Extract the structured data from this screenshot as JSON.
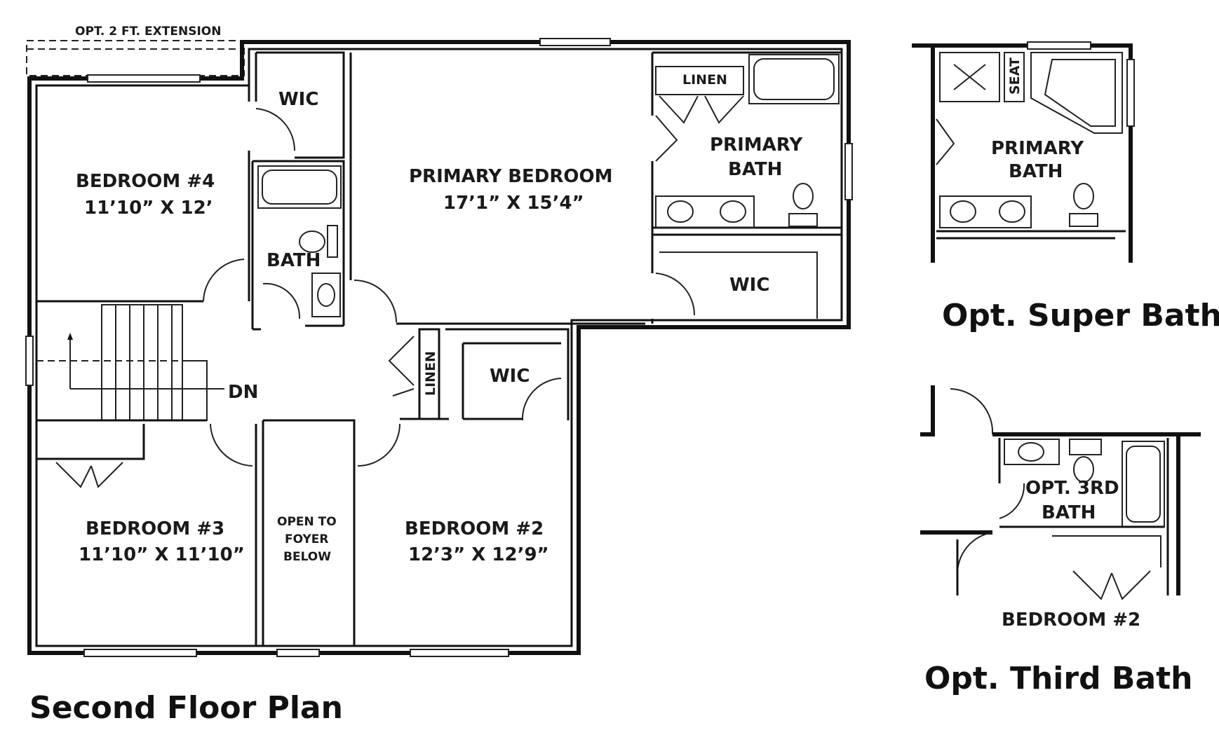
{
  "titles": {
    "main": "Second Floor Plan",
    "super_bath": "Opt. Super Bath",
    "third_bath": "Opt. Third Bath"
  },
  "main_plan": {
    "extension": "OPT. 2 FT. EXTENSION",
    "bedroom4": {
      "name": "BEDROOM #4",
      "dims": "11’10” X 12’"
    },
    "primary_bedroom": {
      "name": "PRIMARY BEDROOM",
      "dims": "17’1” X 15’4”"
    },
    "bedroom3": {
      "name": "BEDROOM #3",
      "dims": "11’10” X 11’10”"
    },
    "bedroom2": {
      "name": "BEDROOM #2",
      "dims": "12’3” X 12’9”"
    },
    "wic_top": "WIC",
    "wic_primary": "WIC",
    "wic_bed2": "WIC",
    "bath": "BATH",
    "linen_primary": "LINEN",
    "linen_hall": "LINEN",
    "primary_bath": {
      "line1": "PRIMARY",
      "line2": "BATH"
    },
    "stairs": "DN",
    "open_foyer": {
      "line1": "OPEN TO",
      "line2": "FOYER",
      "line3": "BELOW"
    }
  },
  "super_bath_plan": {
    "seat": "SEAT",
    "primary_bath": {
      "line1": "PRIMARY",
      "line2": "BATH"
    }
  },
  "third_bath_plan": {
    "opt_bath": {
      "line1": "OPT. 3RD",
      "line2": "BATH"
    },
    "bedroom2": "BEDROOM #2"
  }
}
